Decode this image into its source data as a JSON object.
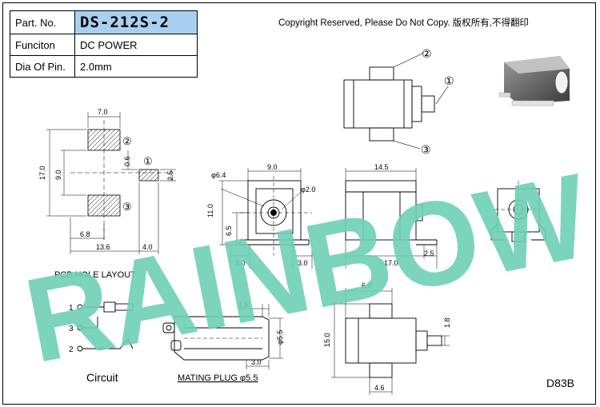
{
  "info_table": {
    "part_no_label": "Part. No.",
    "part_no_value": "DS-212S-2",
    "function_label": "Funciton",
    "function_value": "DC POWER",
    "pin_label": "Dia Of Pin.",
    "pin_value": "2.0mm"
  },
  "copyright": "Copyright Reserved, Please Do Not Copy. 版权所有,不得翻印",
  "watermark": "RAINBOW",
  "pcb_layout": {
    "title": "PCB HOLE LAYOUT",
    "dims": [
      "7.0",
      "17.0",
      "9.0",
      "0.6",
      "2.5",
      "6.8",
      "13.6",
      "4.0"
    ],
    "markers": [
      "②",
      "③",
      "①"
    ]
  },
  "side_view": {
    "markers": [
      "②",
      "①",
      "③"
    ]
  },
  "front_view": {
    "dims": [
      "φ6.4",
      "9.0",
      "φ2.0",
      "11.0",
      "6.5",
      "3.0",
      "3.0"
    ]
  },
  "side_view2": {
    "dims": [
      "14.5",
      "17.0",
      "2.5"
    ]
  },
  "circuit": {
    "title": "Circuit",
    "pins": [
      "1",
      "3",
      "2"
    ]
  },
  "mating_plug": {
    "title": "MATING PLUG φ5.5",
    "dims": [
      "1.5",
      "φ5.5",
      "3.0"
    ]
  },
  "top_view": {
    "dims": [
      "6.8",
      "15.0",
      "1.8",
      "4.6"
    ]
  },
  "model_code": "D83B"
}
